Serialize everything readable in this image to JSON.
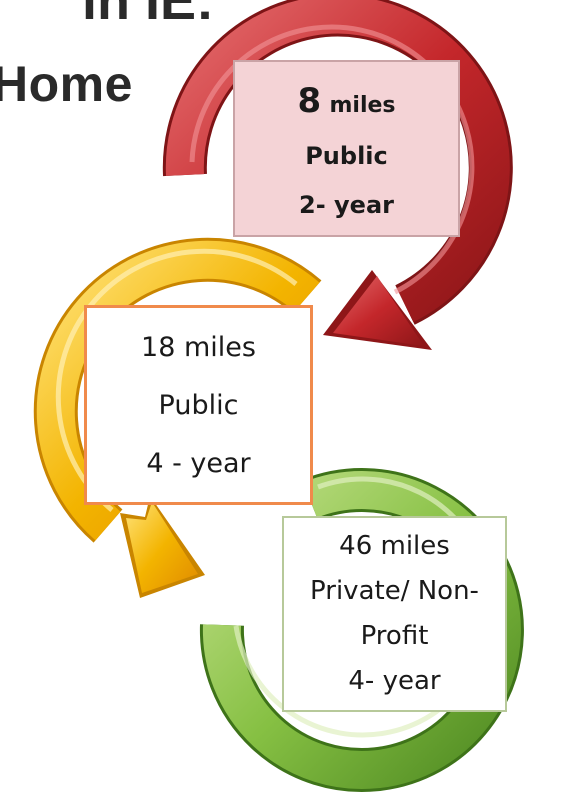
{
  "title": {
    "line1": "in IE:",
    "line2": "Home"
  },
  "boxes": [
    {
      "color": "#c0282b",
      "distance_number": "8",
      "distance_unit": "miles",
      "type": "Public",
      "length": "2- year"
    },
    {
      "color": "#f0b400",
      "distance": "18 miles",
      "type": "Public",
      "length": "4 - year"
    },
    {
      "color": "#7fbd3a",
      "distance": "46 miles",
      "type_line1": "Private/ Non-",
      "type_line2": "Profit",
      "length": "4- year"
    }
  ]
}
